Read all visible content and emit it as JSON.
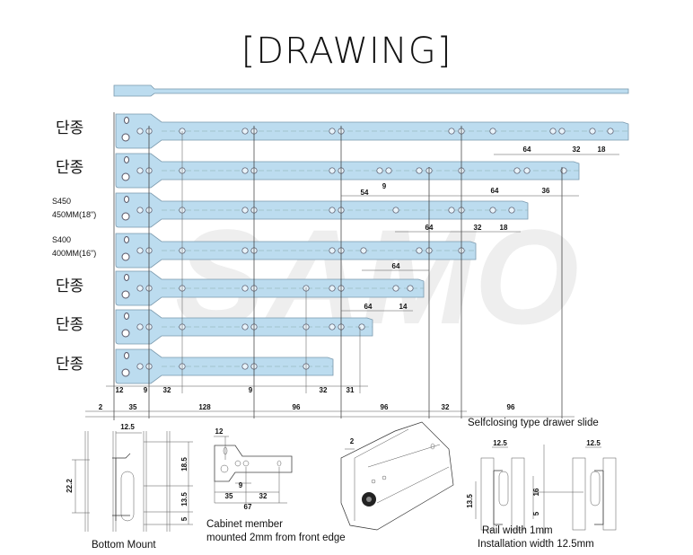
{
  "title": "[DRAWING]",
  "watermark": "SAMO",
  "rows": [
    {
      "label1": "단종",
      "label2": ""
    },
    {
      "label1": "단종",
      "label2": ""
    },
    {
      "label1": "S450",
      "label2": "450MM(18\")"
    },
    {
      "label1": "S400",
      "label2": "400MM(16\")"
    },
    {
      "label1": "단종",
      "label2": ""
    },
    {
      "label1": "단종",
      "label2": ""
    },
    {
      "label1": "단종",
      "label2": ""
    }
  ],
  "row_dims": {
    "r1": [
      "64",
      "32",
      "18"
    ],
    "r2": [
      "9",
      "54",
      "64",
      "36"
    ],
    "r3": [
      "64",
      "32",
      "18"
    ],
    "r4": [
      "64"
    ],
    "r5": [
      "64",
      "14"
    ]
  },
  "upper_dims": [
    "12",
    "9",
    "32",
    "9",
    "32",
    "31"
  ],
  "bottom_dims": [
    "2",
    "35",
    "128",
    "96",
    "96",
    "32",
    "96"
  ],
  "selfclosing_caption": "Selfclosing type drawer slide",
  "bottom_mount": {
    "caption": "Bottom Mount",
    "dims": [
      "12.5",
      "22.2",
      "18.5",
      "13.5",
      "5"
    ]
  },
  "cabinet_member": {
    "caption1": "Cabinet member",
    "caption2": "mounted 2mm from front edge",
    "dims": [
      "12",
      "9",
      "35",
      "32",
      "67"
    ]
  },
  "iso_view": {
    "dims": [
      "2"
    ]
  },
  "rail_section": {
    "caption1": "Rail width 1mm",
    "caption2": "Installation width 12.5mm",
    "dims": [
      "12.5",
      "12.5",
      "13.5",
      "16",
      "5"
    ]
  }
}
